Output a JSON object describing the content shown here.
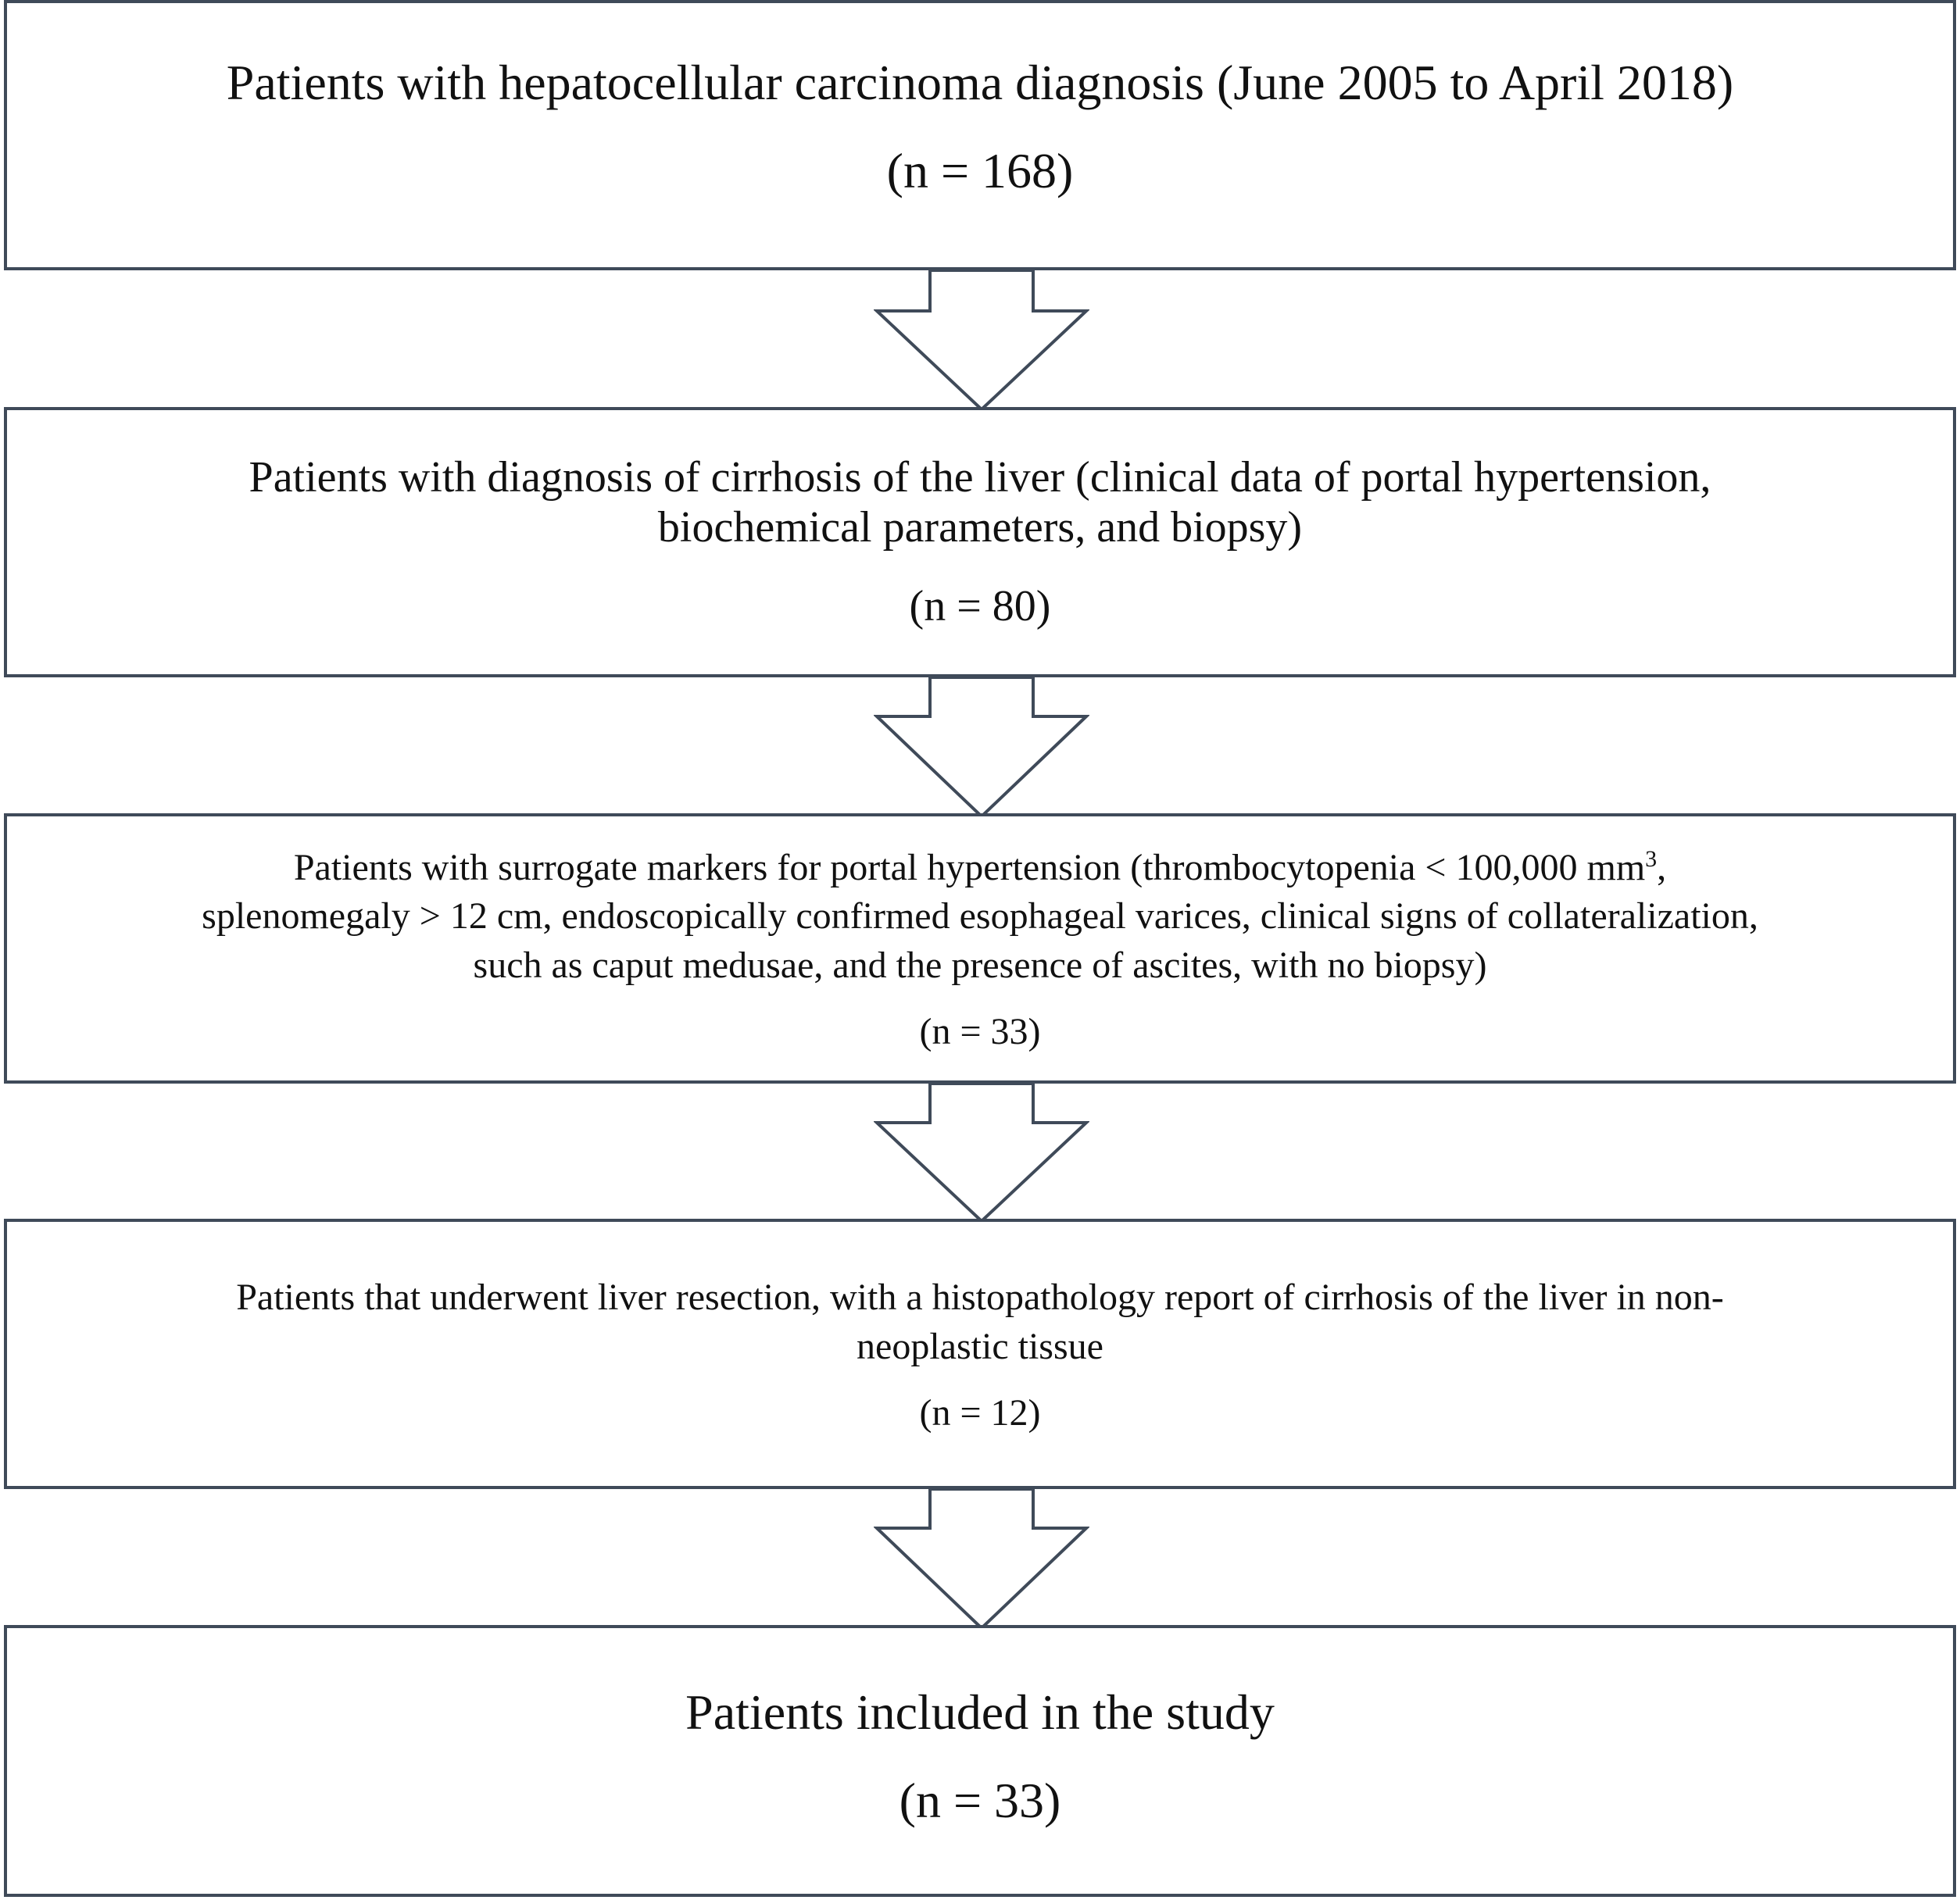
{
  "flowchart": {
    "steps": [
      {
        "text": "Patients with hepatocellular carcinoma diagnosis (June 2005 to  April 2018)",
        "count": "(n = 168)"
      },
      {
        "text_line1": "Patients with diagnosis of cirrhosis of the liver  (clinical data of portal hypertension,",
        "text_line2": "biochemical parameters, and biopsy)",
        "count": "(n = 80)"
      },
      {
        "text_line1_before_sup": "Patients with surrogate markers for portal hypertension (thrombocytopenia < 100,000 mm",
        "text_line1_sup": "3",
        "text_line1_after_sup": ",",
        "text_line2": "splenomegaly > 12 cm, endoscopically confirmed esophageal varices, clinical signs of collateralization,",
        "text_line3": "such as caput medusae, and the presence of ascites, with no biopsy)",
        "count": "(n = 33)"
      },
      {
        "text_line1": "Patients that underwent liver resection, with a histopathology report of cirrhosis of the liver in non-",
        "text_line2": "neoplastic tissue",
        "count": "(n = 12)"
      },
      {
        "text": "Patients included in the study",
        "count": "(n = 33)"
      }
    ],
    "border_color": "#3f4a59",
    "arrow_style": "hollow-down-arrow"
  }
}
